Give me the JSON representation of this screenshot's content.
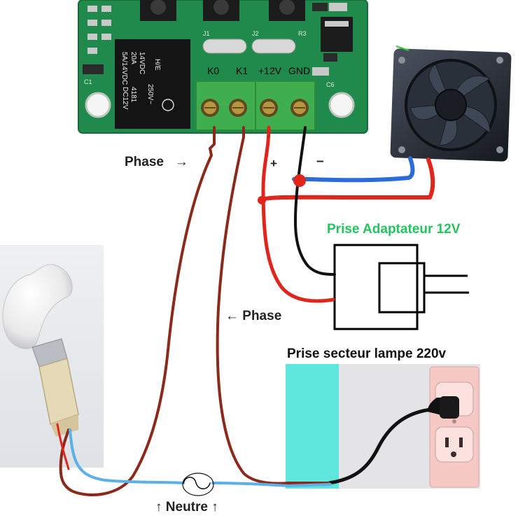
{
  "board": {
    "terminals": [
      "K0",
      "K1",
      "+12V",
      "GND"
    ],
    "silkscreen": [
      "J1",
      "J2",
      "R3",
      "C6",
      "C1"
    ],
    "relay": {
      "brand": "H/E",
      "lines": [
        "20A",
        "14VDC",
        "5A/14VDC",
        "250V~",
        "DC12V",
        "4181"
      ]
    }
  },
  "labels": {
    "phase_top": "Phase",
    "phase_top_arrow": "→",
    "phase_mid_arrow": "←",
    "phase_mid": "Phase",
    "plus": "+",
    "minus": "–",
    "adapter": "Prise Adaptateur 12V",
    "lamp_outlet": "Prise secteur lampe 220v",
    "neutre_left_arrow": "↑",
    "neutre": "Neutre",
    "neutre_right_arrow": "↑"
  },
  "colors": {
    "pcb_green": "#1f8a4c",
    "terminal_green": "#3fae4f",
    "wire_brown": "#8b2a1a",
    "wire_red": "#e0261c",
    "wire_black": "#111111",
    "wire_blue": "#2b6cd8",
    "wire_lightblue": "#5bb0e8",
    "adapter_label_green": "#22c55e",
    "outlet_cyan": "#5fe6dc"
  }
}
